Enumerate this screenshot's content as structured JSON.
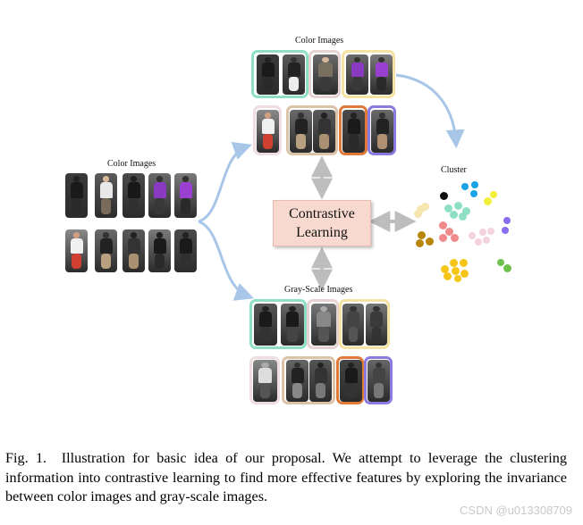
{
  "figure": {
    "left_label": "Color Images",
    "top_label": "Color Images",
    "bottom_label": "Gray-Scale Images",
    "center_line1": "Contrastive",
    "center_line2": "Learning",
    "cluster_label": "Cluster",
    "colors": {
      "green": "#8fe0c2",
      "pink_gray": "#e6d2d2",
      "yellow": "#f5e2a0",
      "tan": "#dcc3a8",
      "orange": "#e07a3a",
      "purple": "#8a7be0",
      "arrow_blue": "#a8c6e8",
      "arrow_gray": "#bdbdbd"
    },
    "cluster_colors": [
      "#111111",
      "#1aa3e6",
      "#8fe0c2",
      "#f1ef3a",
      "#f5e6b0",
      "#f08a8a",
      "#f3d3e0",
      "#8a6cf0",
      "#b8860b",
      "#f5c518",
      "#6cc24a"
    ]
  },
  "caption": {
    "label": "Fig. 1.",
    "text": "Illustration for basic idea of our proposal. We attempt to leverage the clustering information into contrastive learning to find more effective features by exploring the invariance between color images and gray-scale images."
  },
  "watermark": "CSDN @u013308709"
}
